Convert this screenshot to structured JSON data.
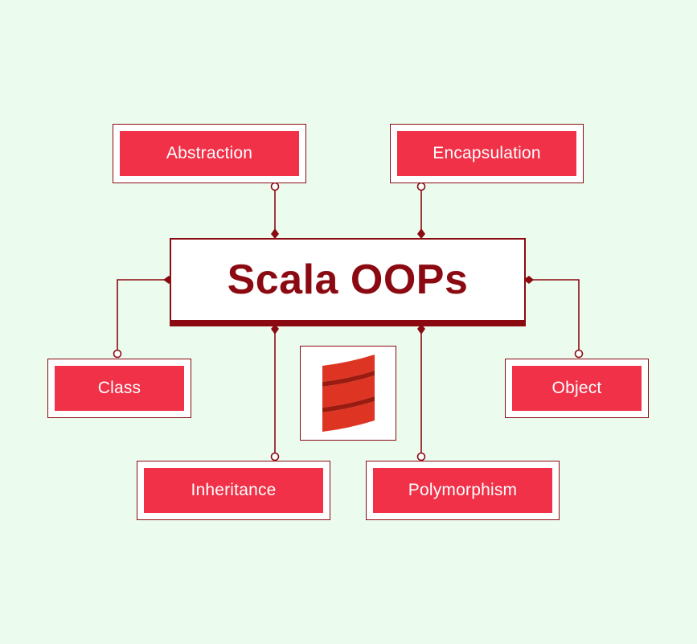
{
  "title": "Scala OOPs",
  "nodes": {
    "abstraction": "Abstraction",
    "encapsulation": "Encapsulation",
    "class": "Class",
    "object": "Object",
    "inheritance": "Inheritance",
    "polymorphism": "Polymorphism"
  },
  "colors": {
    "background": "#ebfbed",
    "dark_red": "#8b0a12",
    "box_fill": "#f03148",
    "logo_red": "#de3423"
  },
  "logo": "scala-logo-icon"
}
